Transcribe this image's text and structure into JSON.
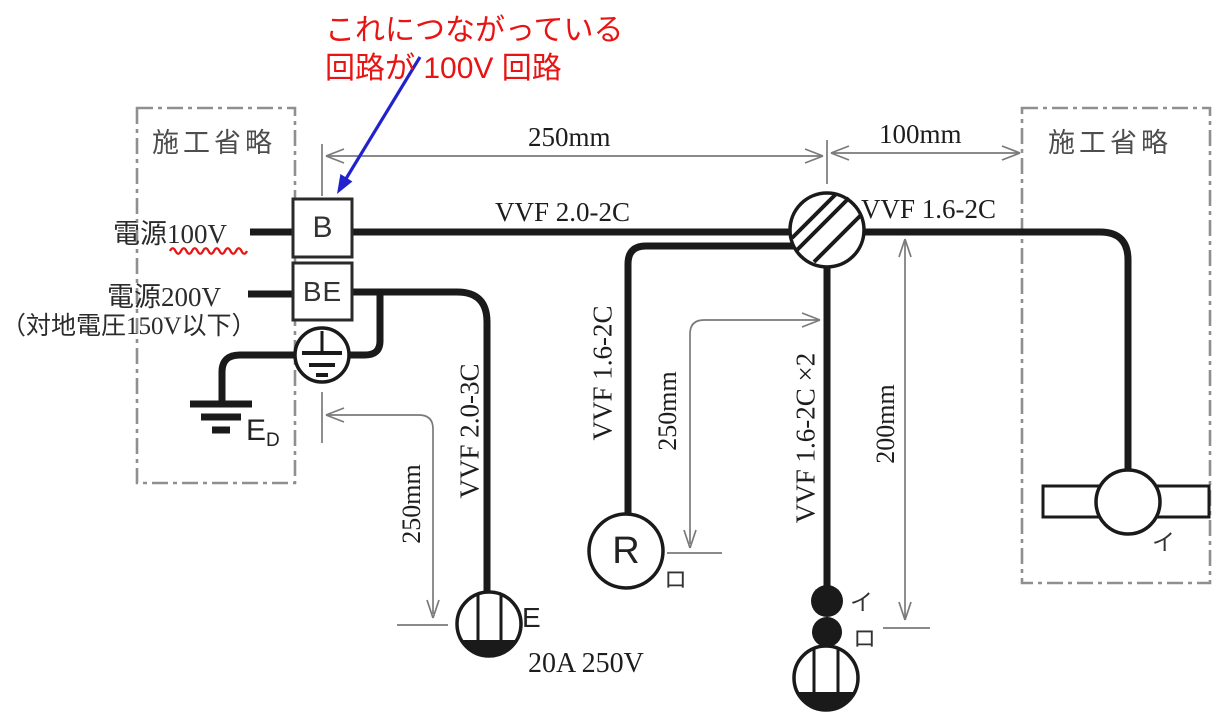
{
  "annotation": {
    "line1": "これにつながっている",
    "line2": "回路が 100V 回路",
    "text_color": "#e81414",
    "arrow_color": "#2222cc"
  },
  "left_omitted_box": {
    "label": "施工省略"
  },
  "right_omitted_box": {
    "label": "施工省略"
  },
  "power": {
    "source_100v": "電源100V",
    "source_200v": "電源200V",
    "note_200v": "（対地電圧150V以下）"
  },
  "breakers": {
    "b": "B",
    "be": "BE"
  },
  "earth": {
    "electrode_label": "E",
    "electrode_sub": "D"
  },
  "dimensions": {
    "top_left": "250mm",
    "top_right": "100mm",
    "left_drop": "250mm",
    "middle_drop": "250mm",
    "right_drop": "200mm"
  },
  "cables": {
    "main_left": "VVF 2.0-2C",
    "main_right": "VVF 1.6-2C",
    "outlet_drop": "VVF 2.0-3C",
    "r_drop": "VVF 1.6-2C",
    "switch_drop": "VVF 1.6-2C ×2"
  },
  "devices": {
    "r_label": "R",
    "r_circuit": "ロ",
    "switch_top": "イ",
    "switch_bottom": "ロ",
    "outlet_e": "E",
    "outlet_rating": "20A 250V",
    "light_circuit": "イ"
  },
  "colors": {
    "wire": "#1a1a1a",
    "dimension": "#7a7a7a",
    "omitted_box": "#8f8f8f"
  }
}
